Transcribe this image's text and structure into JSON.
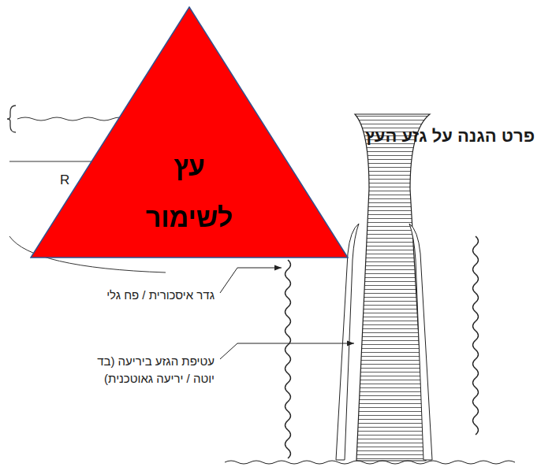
{
  "diagram": {
    "title": "פרט הגנה על גזע העץ",
    "nodes": [
      {
        "text": [
          "עץ לשימור"
        ]
      }
    ],
    "labels": [
      "R",
      "גדר איסכורית / פח גלי",
      "עטיפת הגזע ביריעה (בד יוטה / יריעה גאוטכנית)"
    ]
  }
}
